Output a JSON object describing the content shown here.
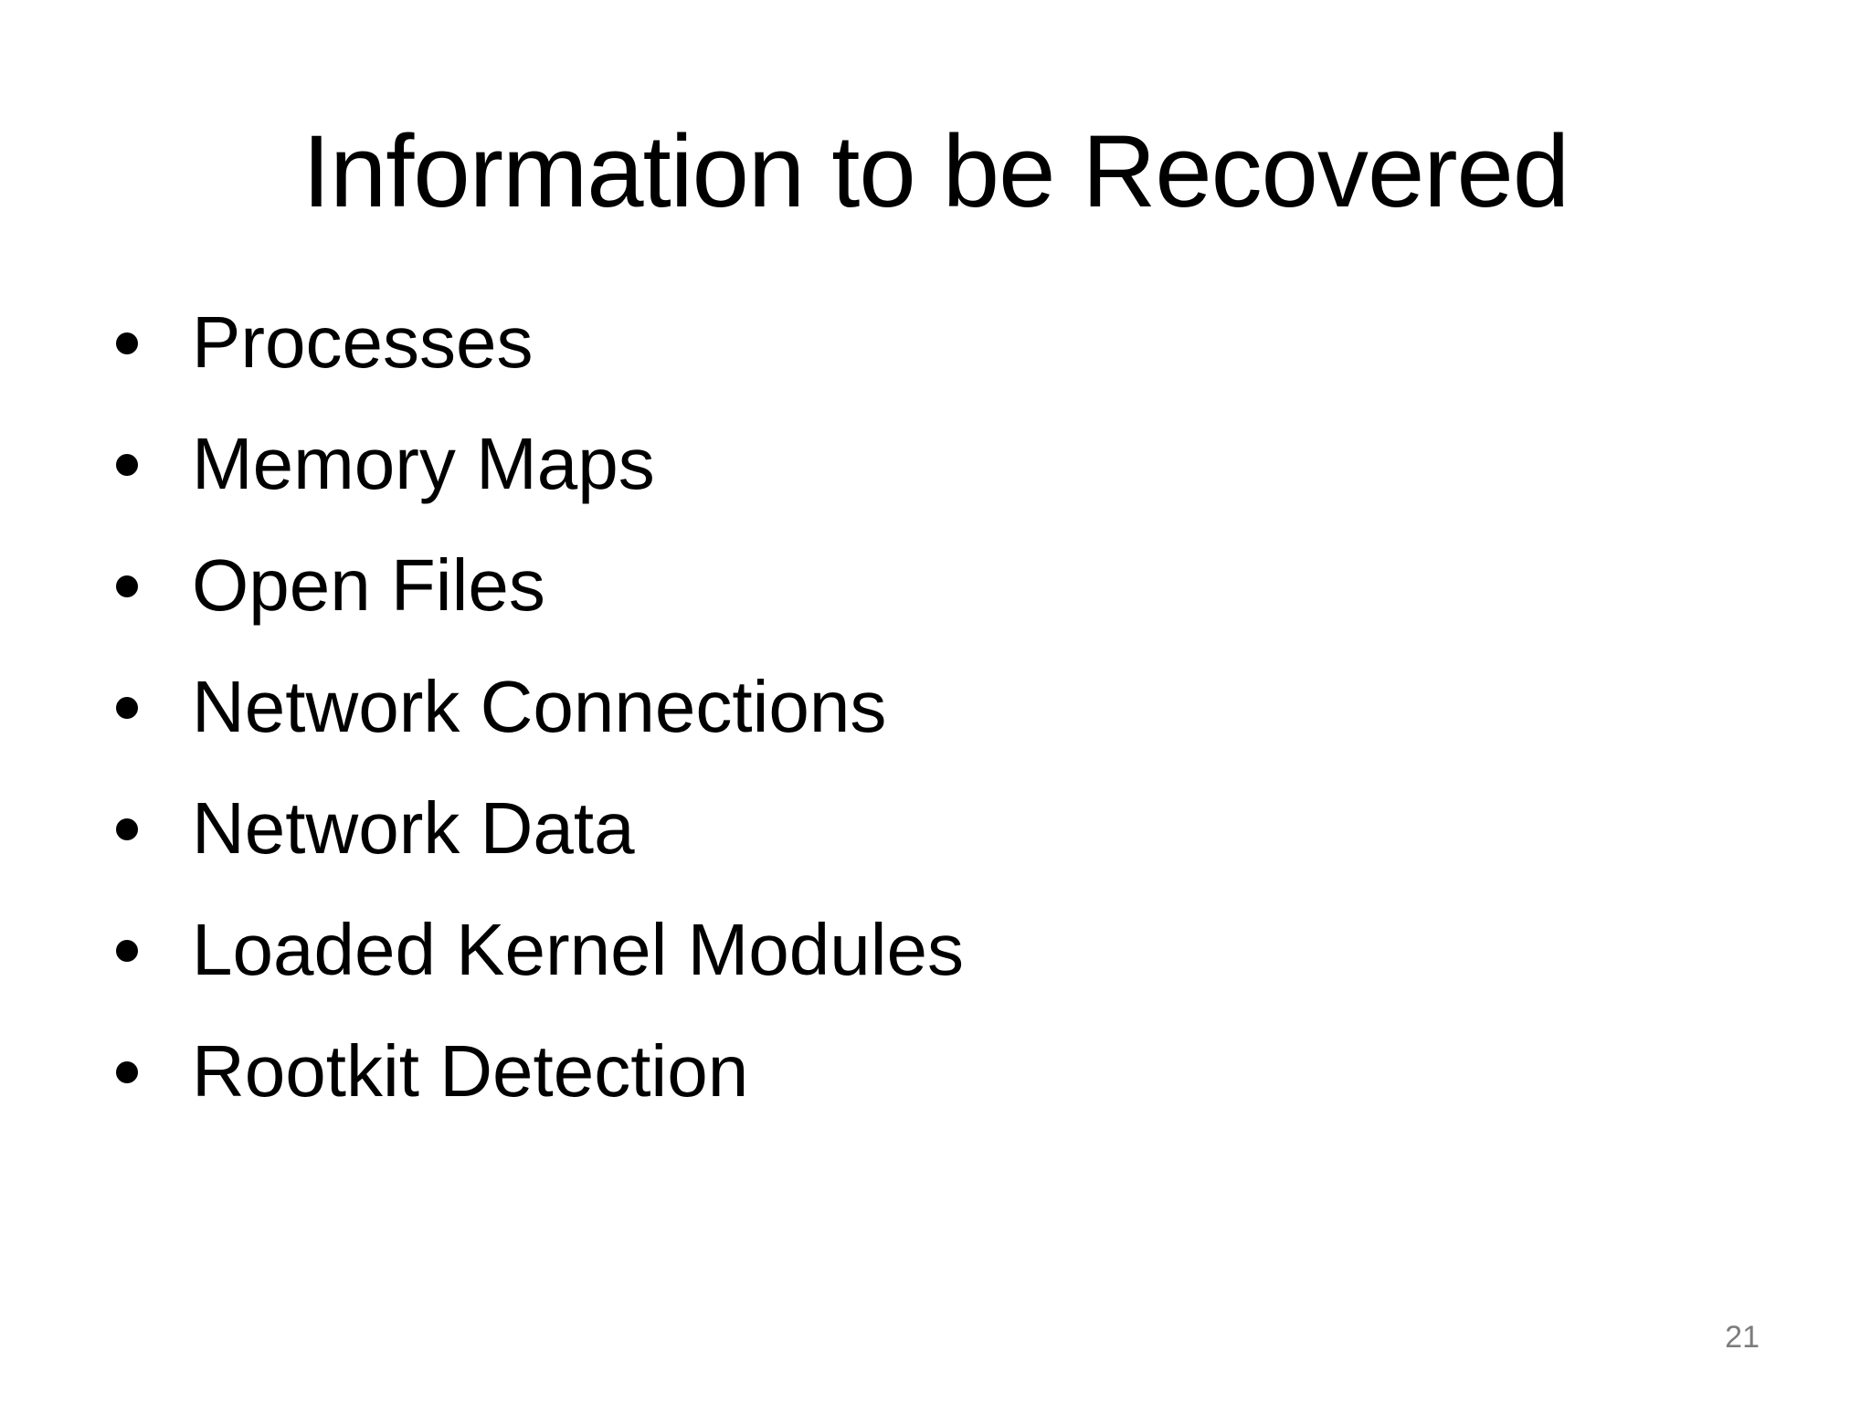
{
  "slide": {
    "title": "Information to be Recovered",
    "bullet_glyph": "bullet-dot",
    "bullets": [
      "Processes",
      "Memory Maps",
      "Open Files",
      "Network Connections",
      "Network Data",
      "Loaded Kernel Modules",
      "Rootkit Detection"
    ],
    "page_number": "21",
    "colors": {
      "background": "#ffffff",
      "text": "#000000",
      "page_number": "#7d7d7d"
    }
  }
}
